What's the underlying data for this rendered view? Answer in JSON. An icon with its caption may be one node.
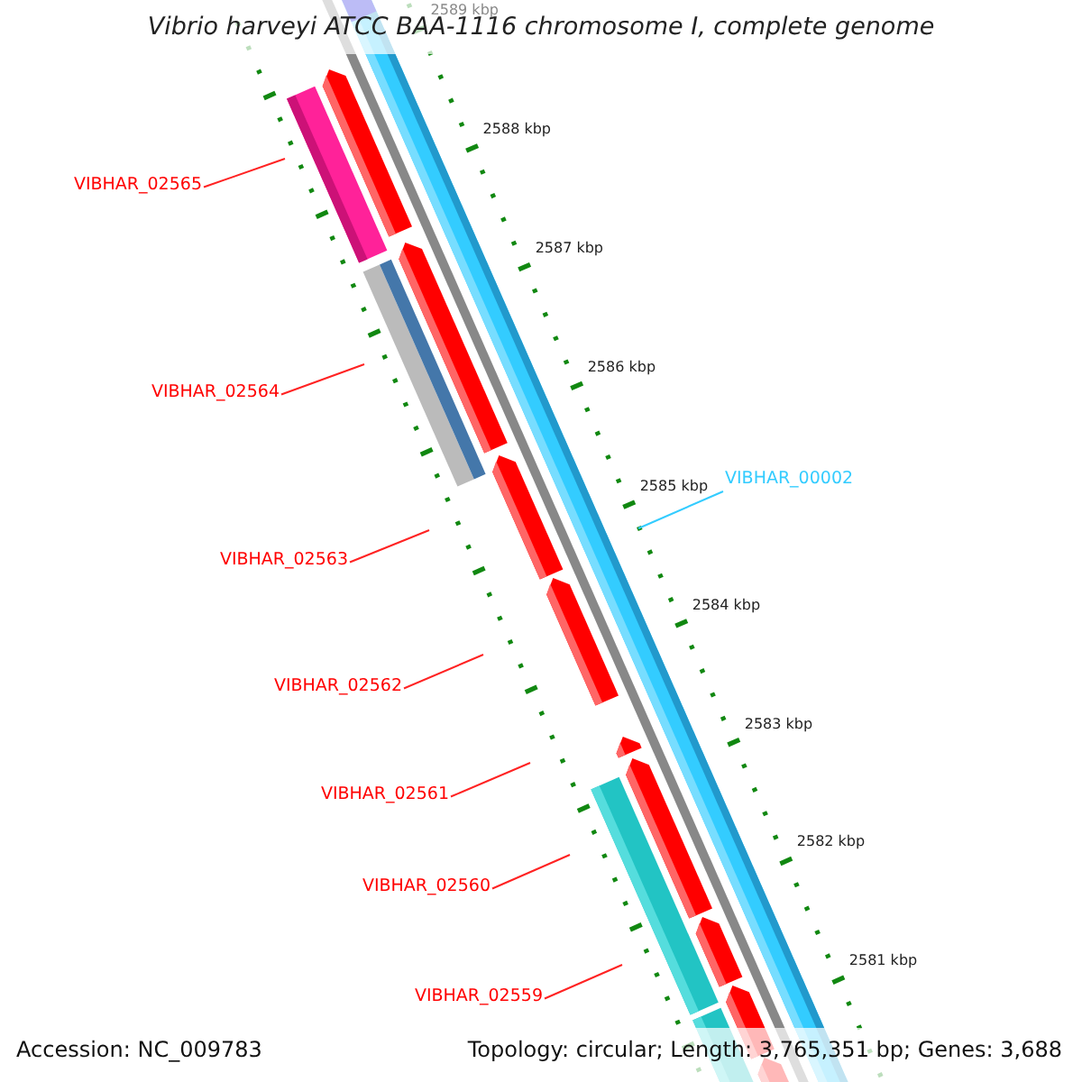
{
  "diagram": {
    "title": "Vibrio harveyi ATCC BAA-1116 chromosome I, complete genome",
    "nodes": [
      {
        "text": [
          "VIBHAR_02565"
        ]
      },
      {
        "text": [
          "VIBHAR_02564"
        ]
      },
      {
        "text": [
          "VIBHAR_00002"
        ]
      },
      {
        "text": [
          "VIBHAR_02563"
        ]
      },
      {
        "text": [
          "VIBHAR_02562"
        ]
      },
      {
        "text": [
          "VIBHAR_02561"
        ]
      },
      {
        "text": [
          "VIBHAR_02560"
        ]
      },
      {
        "text": [
          "VIBHAR_02559"
        ]
      }
    ],
    "edges": [
      {
        "from": 0,
        "to": null,
        "arrow": "none"
      },
      {
        "from": 1,
        "to": null,
        "arrow": "none"
      },
      {
        "from": 2,
        "to": null,
        "arrow": "none",
        "color": "#33ccff"
      },
      {
        "from": 3,
        "to": null,
        "arrow": "none"
      },
      {
        "from": 4,
        "to": null,
        "arrow": "none"
      },
      {
        "from": 5,
        "to": null,
        "arrow": "none"
      },
      {
        "from": 6,
        "to": null,
        "arrow": "none"
      },
      {
        "from": 7,
        "to": null,
        "arrow": "none"
      }
    ],
    "labels": [
      "2589 kbp",
      "2588 kbp",
      "2587 kbp",
      "2586 kbp",
      "2585 kbp",
      "2584 kbp",
      "2583 kbp",
      "2582 kbp",
      "2581 kbp",
      "Accession: NC_009783",
      "Topology: circular; Length: 3,765,351 bp; Genes: 3,688"
    ]
  }
}
